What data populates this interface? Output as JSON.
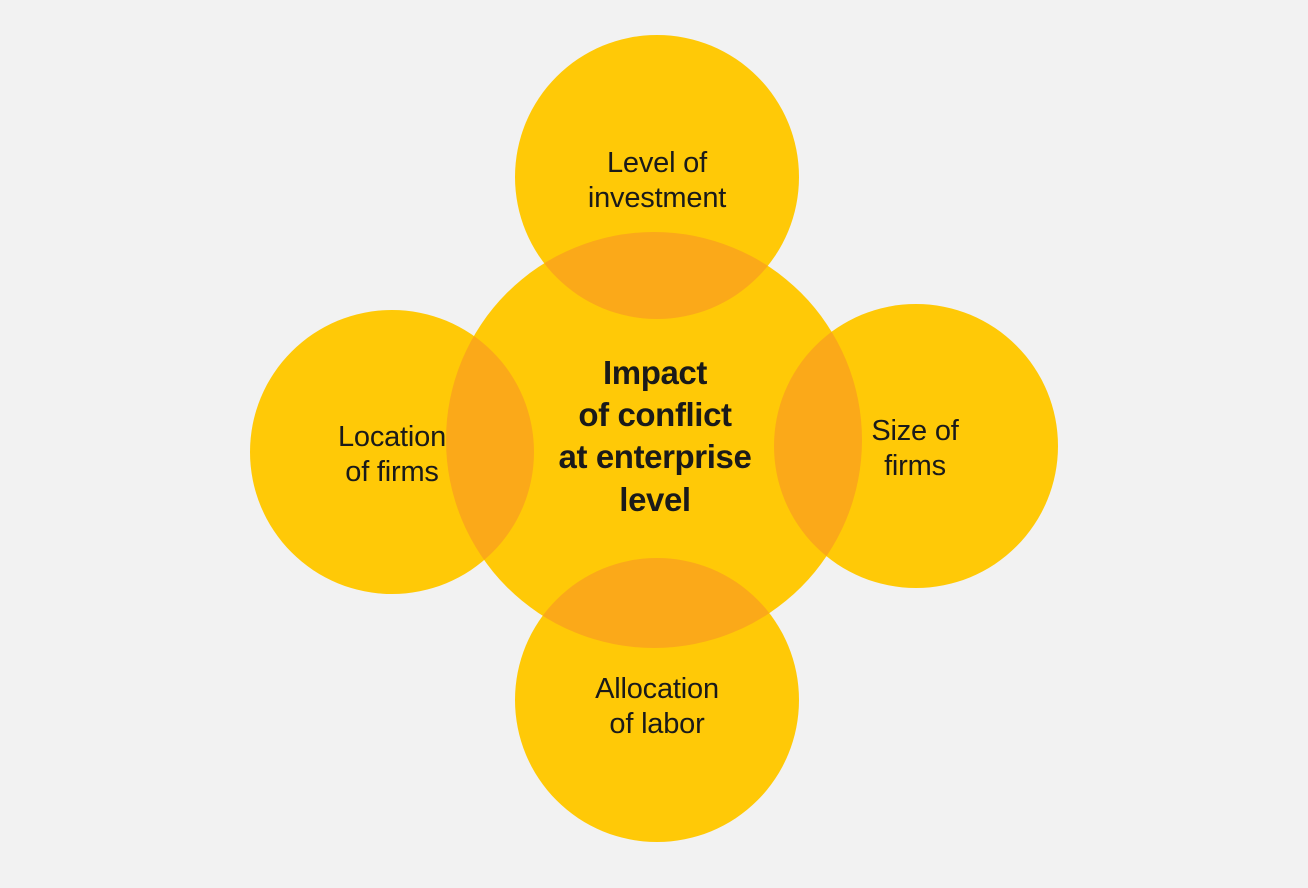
{
  "diagram": {
    "type": "venn-petal",
    "background_color": "#f2f2f2",
    "circle_color": "#ffc907",
    "overlap_color": "#fba919",
    "text_color": "#1a1a1a",
    "center": {
      "id": "impact-of-conflict-at-enterprise-level",
      "label": "Impact\nof conflict\nat enterprise\nlevel"
    },
    "satellites": [
      {
        "id": "level-of-investment",
        "position": "top",
        "label": "Level of\ninvestment"
      },
      {
        "id": "location-of-firms",
        "position": "left",
        "label": "Location\nof firms"
      },
      {
        "id": "size-of-firms",
        "position": "right",
        "label": "Size of\nfirms"
      },
      {
        "id": "allocation-of-labor",
        "position": "bottom",
        "label": "Allocation\nof labor"
      }
    ]
  }
}
